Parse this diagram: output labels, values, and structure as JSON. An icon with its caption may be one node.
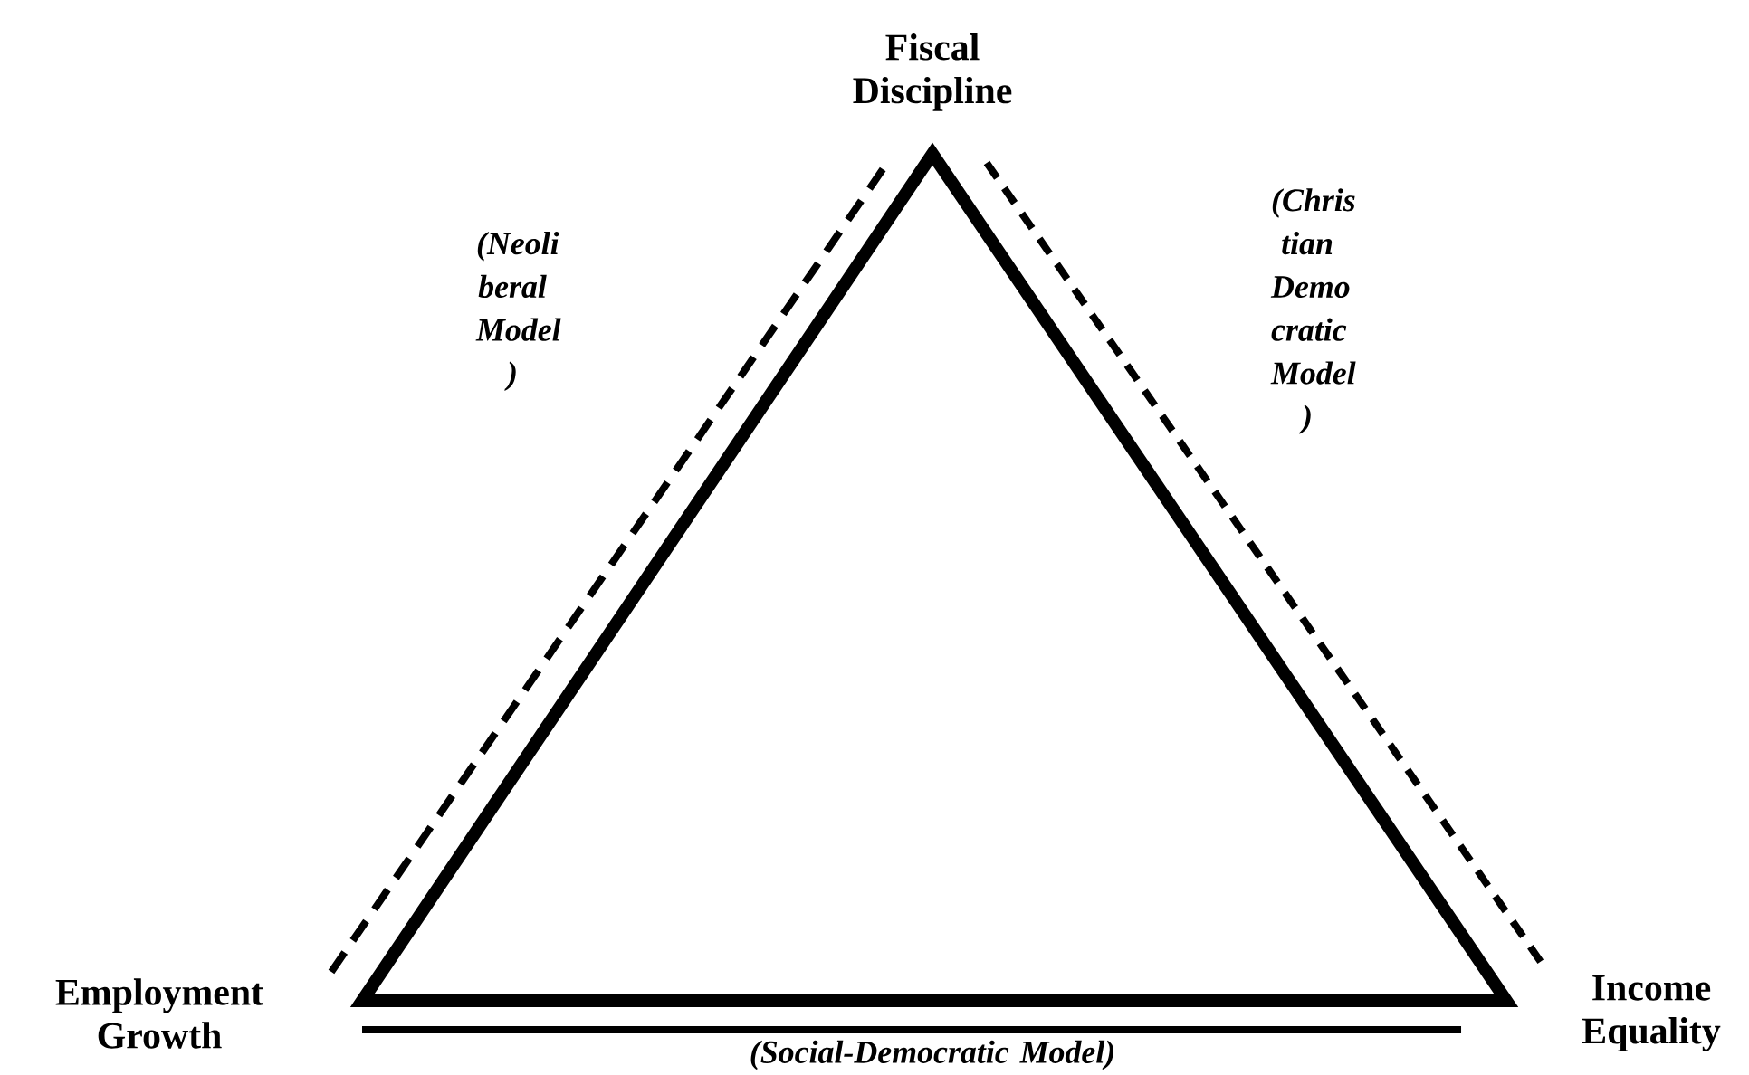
{
  "diagram": {
    "nodes": [
      {
        "text": [],
        "shape": "triangle"
      }
    ],
    "labels": [
      "Fiscal Discipline",
      "(Neoli beral Model )",
      "(Chris tian Demo cratic Model )",
      "Employment Growth",
      "Income Equality",
      "(Social-Democratic Model)"
    ]
  }
}
